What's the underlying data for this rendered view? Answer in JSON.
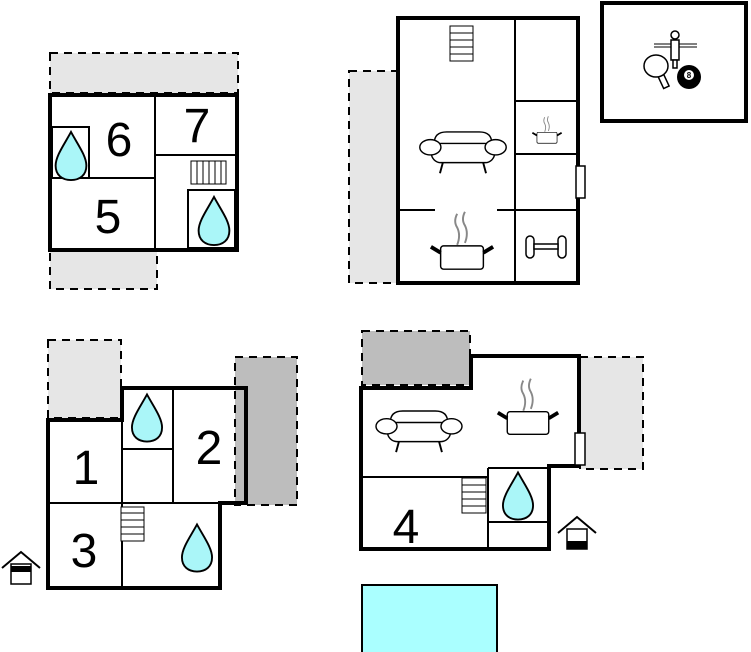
{
  "title": "Floor plan",
  "rooms": {
    "r1": "1",
    "r2": "2",
    "r3": "3",
    "r4": "4",
    "r5": "5",
    "r6": "6",
    "r7": "7"
  },
  "game_room": {
    "ball_number": "8"
  },
  "colors": {
    "water": "#aaf6f8",
    "pool": "#aaffff",
    "terrace_light": "#e6e6e6",
    "terrace_dark": "#bdbdbd"
  }
}
